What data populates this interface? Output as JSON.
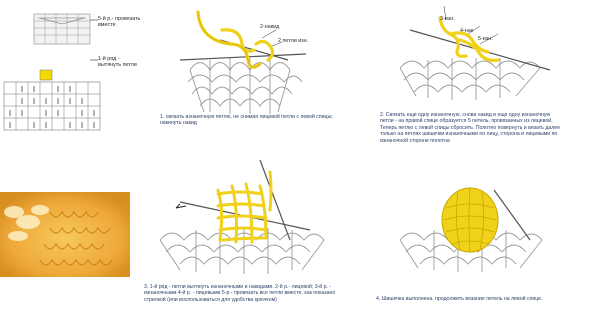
{
  "legend": {
    "row5_label": "5-й р.- провязать вместе",
    "row1_label": "1-й ряд - вытянуть петли"
  },
  "step1": {
    "callout_nakid": "2-накид",
    "callout_loops": "2 петли изн.",
    "caption": "1. связать изнаночную петлю, не снимая лицевой петли с левой спицы; накинуть накид"
  },
  "step2": {
    "callout_a": "3-изн.",
    "callout_b": "4-нак",
    "callout_c": "5-изн.",
    "caption": "2. Связать еще одну изнаночную, снова накид и еще одну изнаночную петли - на правой спице образуется 5 петель, провязанных из лицевой. Теперь петлю с левой спицы сбросить. Полотно повернуть и вязать далее только на петлях шишечки изнаночными по лицу, сторона и лицевыми по изнаночной стороне полотна"
  },
  "step3": {
    "caption": "3. 1-й ряд - петли вытянуть изнаночными и накидами. 2-й р.- лицевой; 3-й р. - изнаночными 4-й р. - лицевыми 5-р.- провязать все петли вместе, как показано стрелкой (или воспользоваться для удобства крючком)"
  },
  "step4": {
    "caption": "4. Шишечка выполнена, продолжить вязание петель на левой спице."
  },
  "colors": {
    "yarn": "#f0d21a",
    "yarn_dark": "#c9a800",
    "knit_line": "#9a9a9a",
    "caption_text": "#2c3f66",
    "photo_yarn": "#f0b23a"
  }
}
